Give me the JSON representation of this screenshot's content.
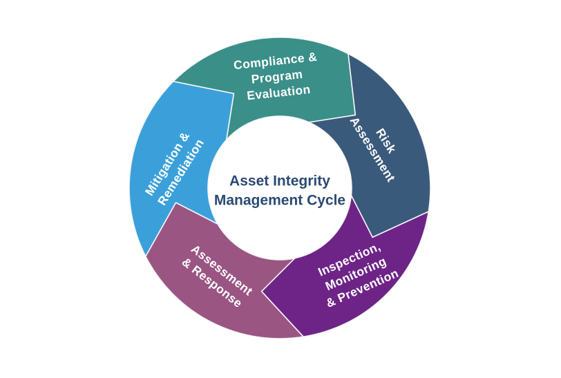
{
  "diagram": {
    "type": "cycle",
    "direction": "clockwise",
    "title": "Asset Integrity Management Cycle",
    "center_label": "Asset Integrity\nManagement Cycle",
    "segments": [
      {
        "id": "compliance-program-evaluation",
        "label": "Compliance &\nProgram\nEvaluation",
        "color": "#3A8F88"
      },
      {
        "id": "risk-assessment",
        "label": "Risk\nAssessment",
        "color": "#3A5A7C"
      },
      {
        "id": "inspection-monitoring-prevention",
        "label": "Inspection,\nMonitoring\n& Prevention",
        "color": "#6E2487"
      },
      {
        "id": "assessment-response",
        "label": "Assessment\n& Response",
        "color": "#9A5583"
      },
      {
        "id": "mitigation-remediation",
        "label": "Mitigation &\nRemediation",
        "color": "#3BA0DA"
      }
    ],
    "colors": {
      "center_text": "#2A4A73",
      "label_text": "#FFFFFF",
      "segment_outline": "#F7F7F7",
      "background": "#FFFFFF"
    }
  }
}
